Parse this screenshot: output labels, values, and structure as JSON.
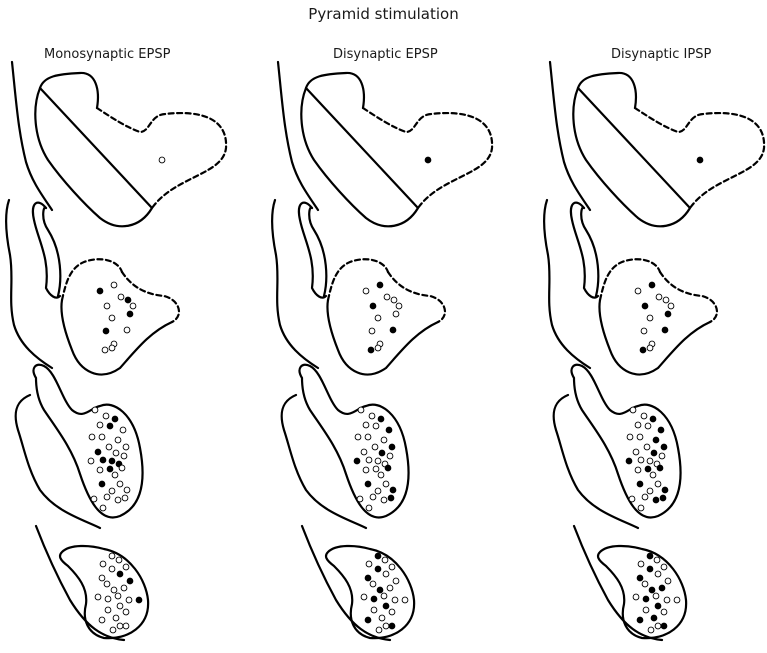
{
  "figure": {
    "title": "Pyramid stimulation",
    "columns": [
      {
        "label": "Monosynaptic  EPSP"
      },
      {
        "label": "Disynaptic EPSP"
      },
      {
        "label": "Disynaptic IPSP"
      }
    ],
    "colors": {
      "outline": "#000000",
      "filled_cell": "#000000",
      "open_cell": "#ffffff"
    },
    "legend_semantics": {
      "open_circle": "cell",
      "filled_circle": "cell"
    }
  }
}
